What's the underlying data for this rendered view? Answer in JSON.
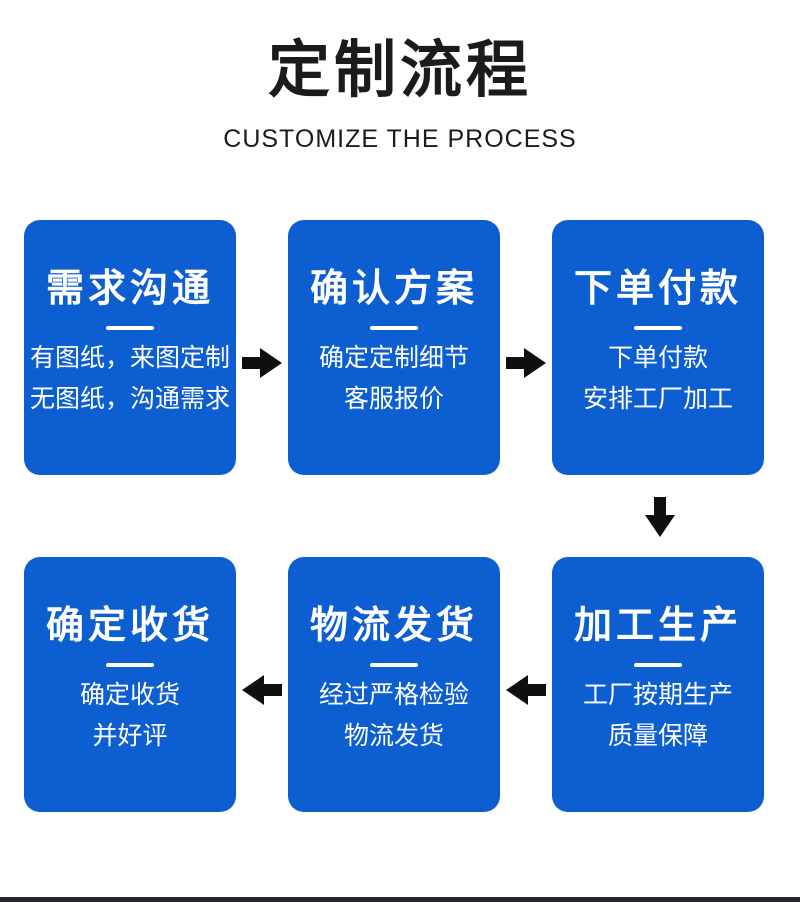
{
  "header": {
    "title": "定制流程",
    "subtitle": "CUSTOMIZE THE PROCESS"
  },
  "steps": [
    {
      "title": "需求沟通",
      "lines": [
        "有图纸，来图定制",
        "无图纸，沟通需求"
      ]
    },
    {
      "title": "确认方案",
      "lines": [
        "确定定制细节",
        "客服报价"
      ]
    },
    {
      "title": "下单付款",
      "lines": [
        "下单付款",
        "安排工厂加工"
      ]
    },
    {
      "title": "加工生产",
      "lines": [
        "工厂按期生产",
        "质量保障"
      ]
    },
    {
      "title": "物流发货",
      "lines": [
        "经过严格检验",
        "物流发货"
      ]
    },
    {
      "title": "确定收货",
      "lines": [
        "确定收货",
        "并好评"
      ]
    }
  ],
  "arrows": [
    {
      "from": "需求沟通",
      "to": "确认方案",
      "direction": "right"
    },
    {
      "from": "确认方案",
      "to": "下单付款",
      "direction": "right"
    },
    {
      "from": "下单付款",
      "to": "加工生产",
      "direction": "down"
    },
    {
      "from": "加工生产",
      "to": "物流发货",
      "direction": "left"
    },
    {
      "from": "物流发货",
      "to": "确定收货",
      "direction": "left"
    }
  ],
  "colors": {
    "card_blue": "#0d5fd1",
    "text_on_card": "#ffffff",
    "title_black": "#1b1b1b",
    "arrow_black": "#0f0f0f",
    "bottom_bar": "#27272d"
  }
}
